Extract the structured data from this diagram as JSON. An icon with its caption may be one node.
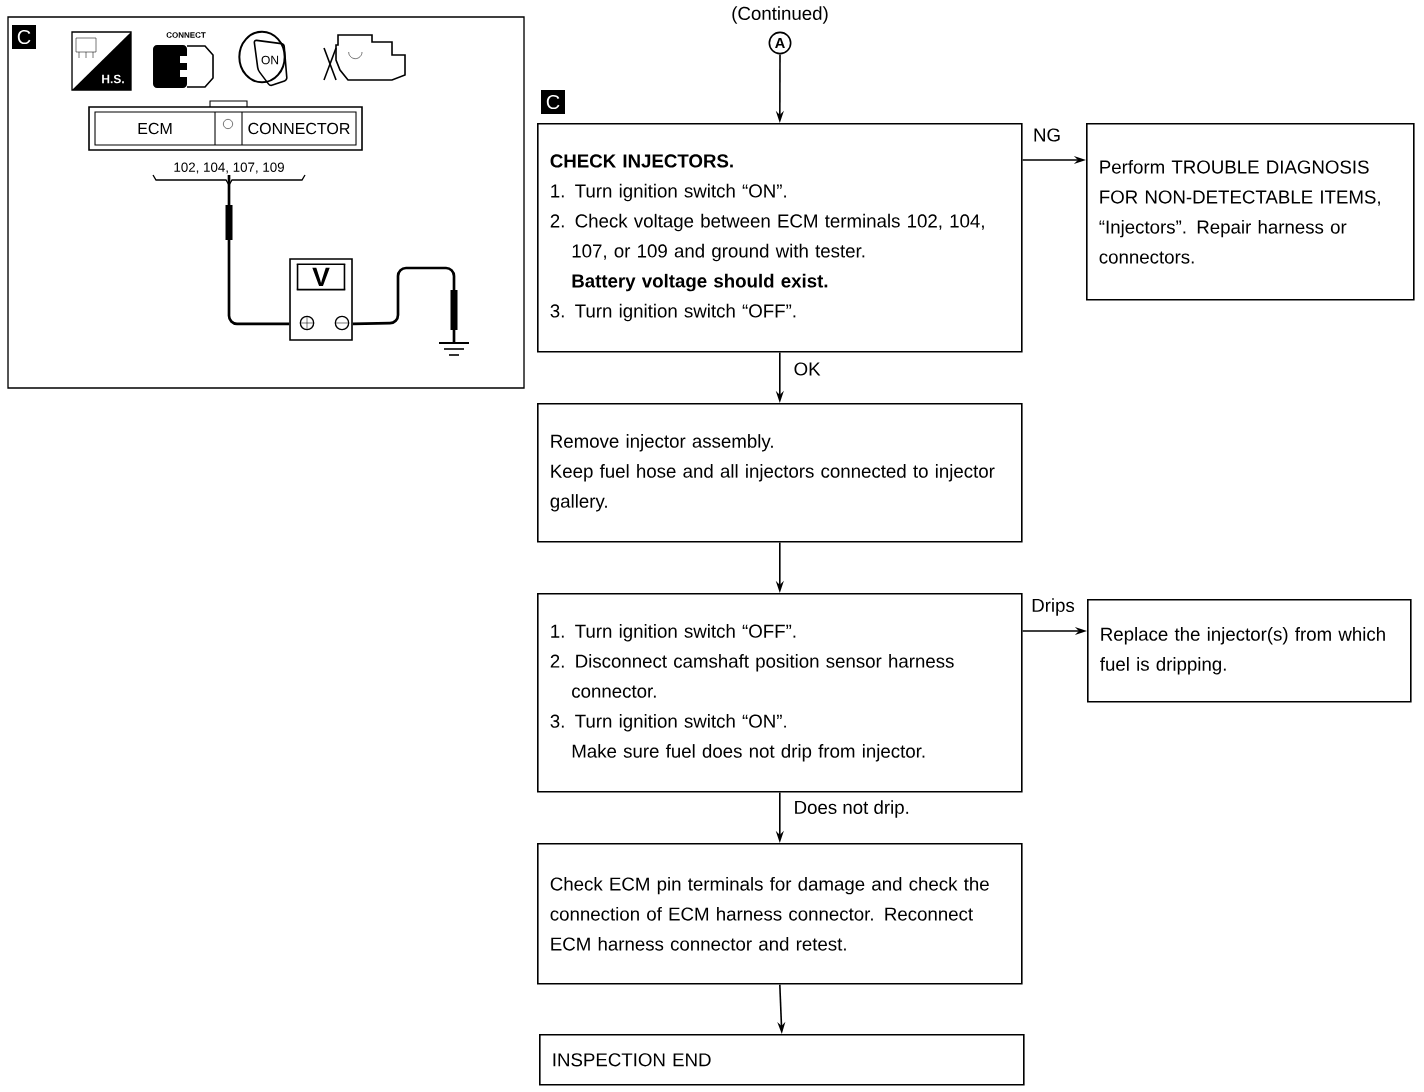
{
  "diagram": {
    "nodes": [
      {
        "text": [
          "ECM",
          "CONNECTOR"
        ]
      },
      {
        "text": [
          "102, 104, 107, 109"
        ]
      },
      {
        "text": [
          "V"
        ]
      },
      {
        "text": [],
        "shape": "ground"
      },
      {
        "text": [
          "A"
        ]
      },
      {
        "text": [
          "CHECK INJECTORS.",
          "1. Turn ignition switch “ON”.",
          "2. Check voltage between ECM terminals 102, 104, 107, or 109 and ground with tester.",
          "Battery voltage should exist.",
          "3. Turn ignition switch “OFF”."
        ]
      },
      {
        "text": [
          "Perform TROUBLE DIAGNOSIS FOR NON-DETECTABLE ITEMS, “Injectors”. Repair harness or connectors."
        ]
      },
      {
        "text": [
          "Remove injector assembly.",
          "Keep fuel hose and all injectors connected to injector gallery."
        ]
      },
      {
        "text": [
          "1. Turn ignition switch “OFF”.",
          "2. Disconnect camshaft position sensor harness connector.",
          "3. Turn ignition switch “ON”.",
          "Make sure fuel does not drip from injector."
        ]
      },
      {
        "text": [
          "Replace the injector(s) from which fuel is dripping."
        ]
      },
      {
        "text": [
          "Check ECM pin terminals for damage and check the connection of ECM harness connector. Reconnect ECM harness connector and retest."
        ]
      },
      {
        "text": [
          "INSPECTION END"
        ]
      }
    ],
    "edges": [
      {
        "from": 1,
        "to": 2,
        "arrow": "none"
      },
      {
        "from": 2,
        "to": 3,
        "arrow": "none"
      },
      {
        "from": 4,
        "to": 5,
        "arrow": "to"
      },
      {
        "from": 5,
        "to": 6,
        "arrow": "to",
        "label": "NG"
      },
      {
        "from": 5,
        "to": 7,
        "arrow": "to",
        "label": "OK"
      },
      {
        "from": 7,
        "to": 8,
        "arrow": "to"
      },
      {
        "from": 8,
        "to": 9,
        "arrow": "to",
        "label": "Drips"
      },
      {
        "from": 8,
        "to": 10,
        "arrow": "to",
        "label": "Does not drip."
      },
      {
        "from": 10,
        "to": 11,
        "arrow": "to"
      }
    ],
    "labels": [
      "C",
      "CONNECT",
      "H.S.",
      "ON",
      "(Continued)",
      "C"
    ]
  }
}
